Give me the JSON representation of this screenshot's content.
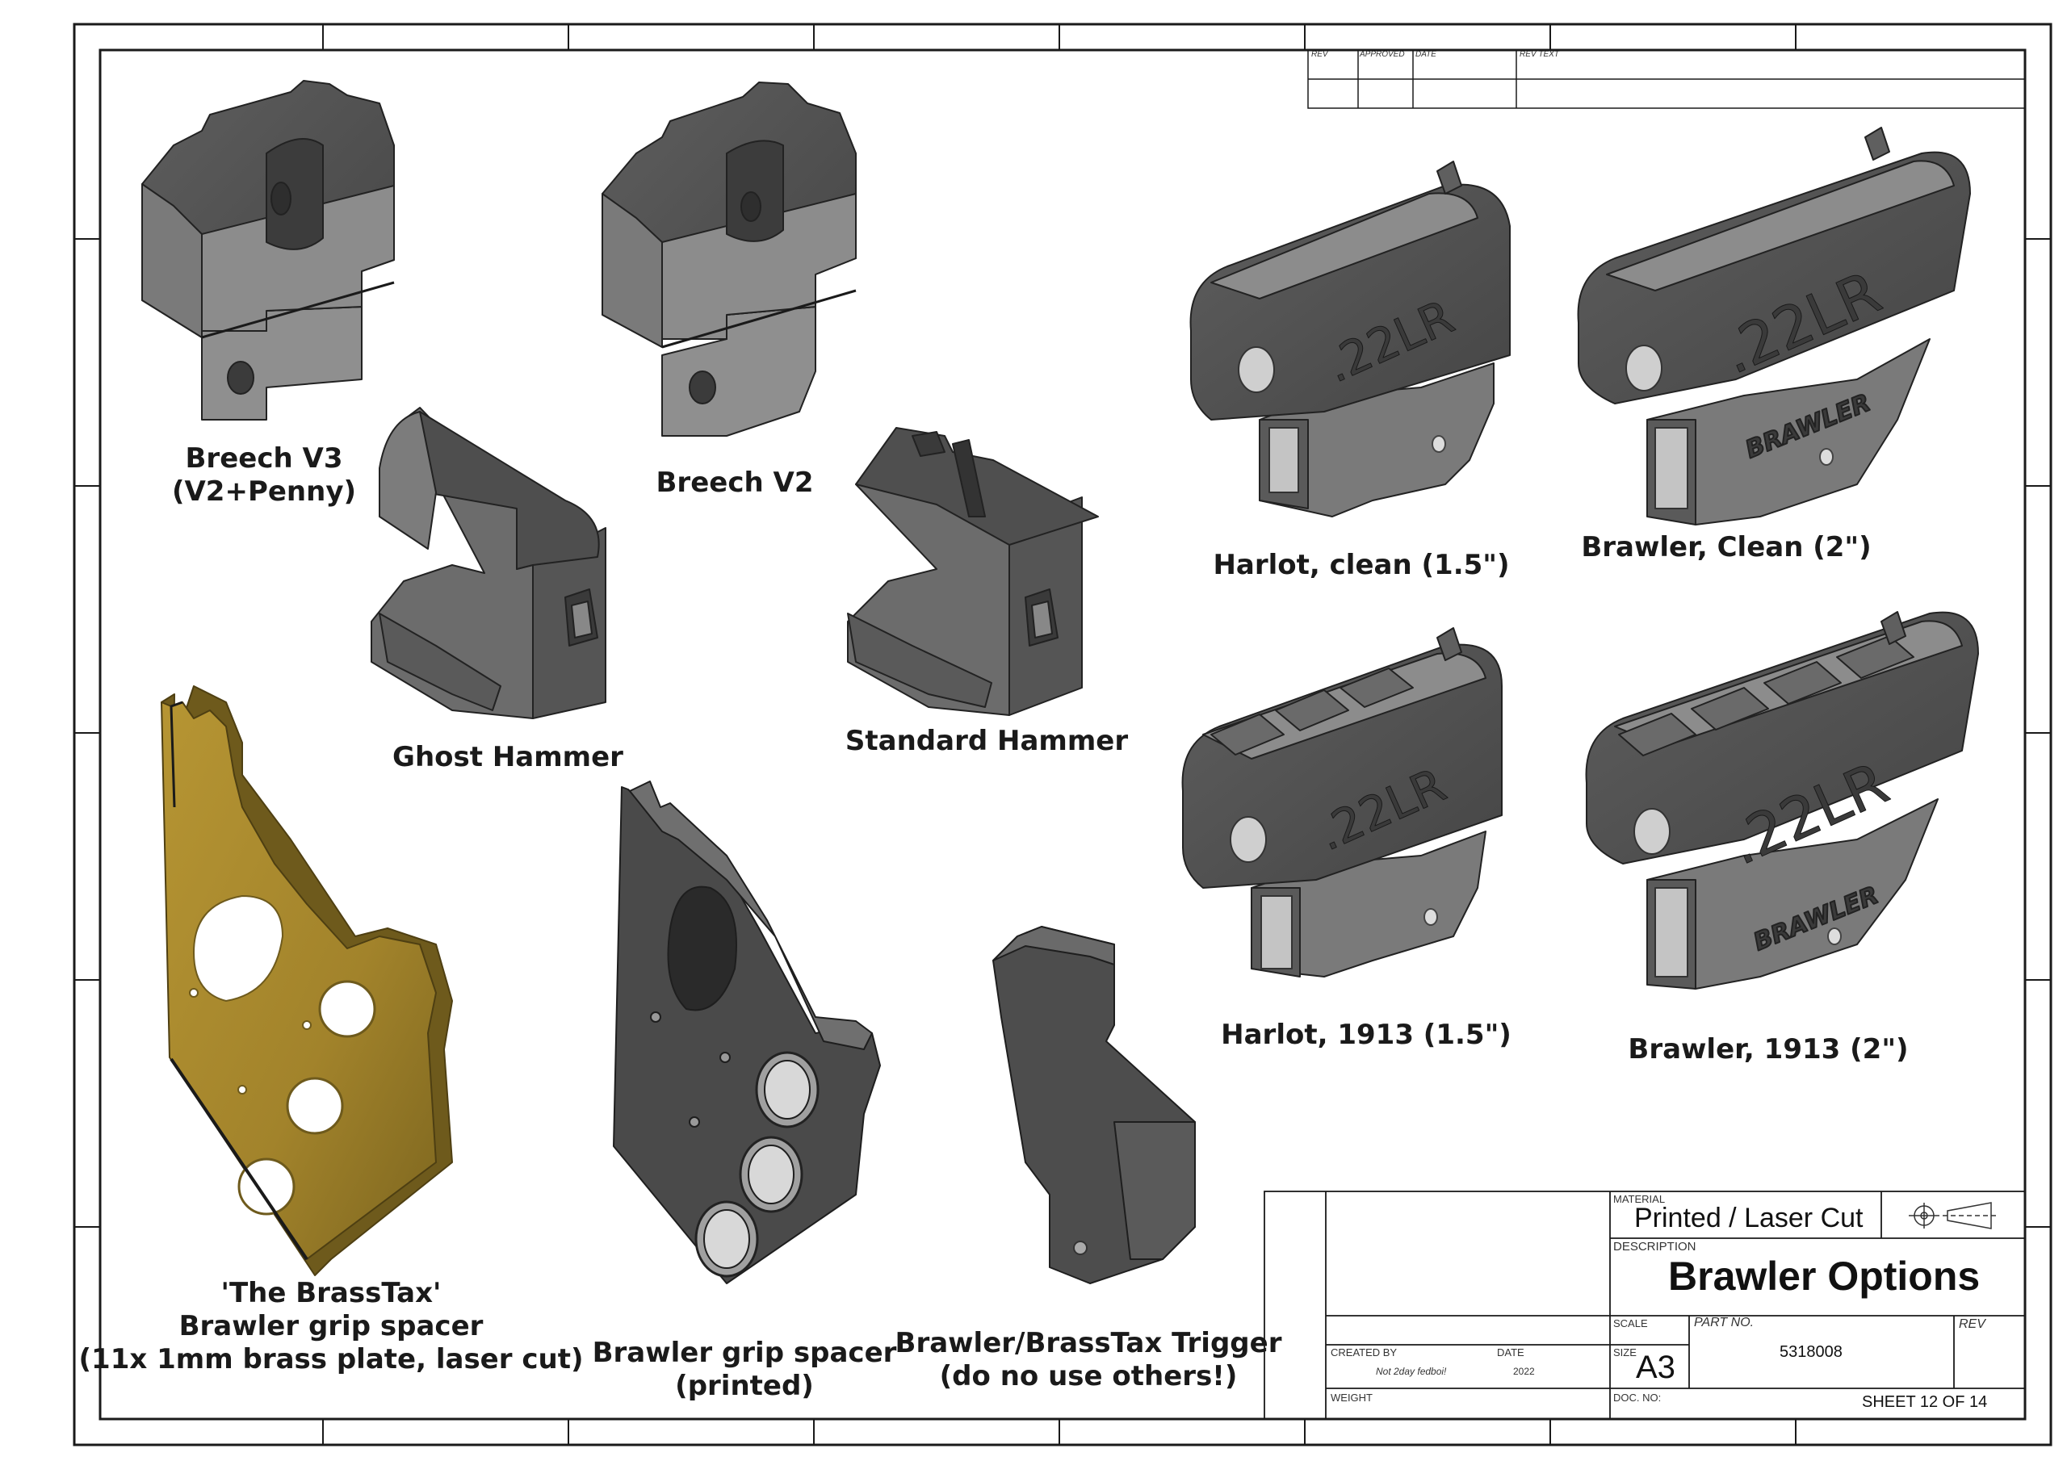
{
  "revision_table": {
    "headers": [
      "REV",
      "APPROVED",
      "DATE",
      "REV TEXT"
    ]
  },
  "parts": [
    {
      "lines": [
        "Breech V3",
        "(V2+Penny)"
      ]
    },
    {
      "lines": [
        "Breech V2"
      ]
    },
    {
      "lines": [
        "Ghost Hammer"
      ]
    },
    {
      "lines": [
        "Standard Hammer"
      ]
    },
    {
      "lines": [
        "Harlot, clean (1.5\")"
      ]
    },
    {
      "lines": [
        "Brawler, Clean (2\")"
      ]
    },
    {
      "lines": [
        "Harlot, 1913 (1.5\")"
      ]
    },
    {
      "lines": [
        "Brawler, 1913 (2\")"
      ]
    },
    {
      "lines": [
        "'The BrassTax'",
        "Brawler grip spacer",
        "(11x 1mm brass plate, laser cut)"
      ]
    },
    {
      "lines": [
        "Brawler grip spacer",
        "(printed)"
      ]
    },
    {
      "lines": [
        "Brawler/BrassTax Trigger",
        "(do no use others!)"
      ]
    }
  ],
  "engravings": {
    "caliber": ".22LR",
    "brand": "BRAWLER"
  },
  "title_block": {
    "material_label": "MATERIAL",
    "material": "Printed / Laser Cut",
    "description_label": "DESCRIPTION",
    "description": "Brawler Options",
    "scale_label": "SCALE",
    "part_no_label": "PART NO.",
    "part_no": "5318008",
    "rev_label": "REV",
    "created_by_label": "CREATED BY",
    "created_by": "Not 2day fedboi!",
    "date_label": "DATE",
    "date": "2022",
    "size_label": "SIZE",
    "size": "A3",
    "weight_label": "WEIGHT",
    "doc_no_label": "DOC. NO:",
    "sheet": "SHEET 12 OF 14"
  },
  "colors": {
    "line": "#1a1a1a",
    "part_face_dark": "#505050",
    "part_face_mid": "#6b6b6b",
    "part_face_light": "#9a9a9a",
    "brass": "#a88a2e",
    "brass_dark": "#6e5a1c"
  }
}
